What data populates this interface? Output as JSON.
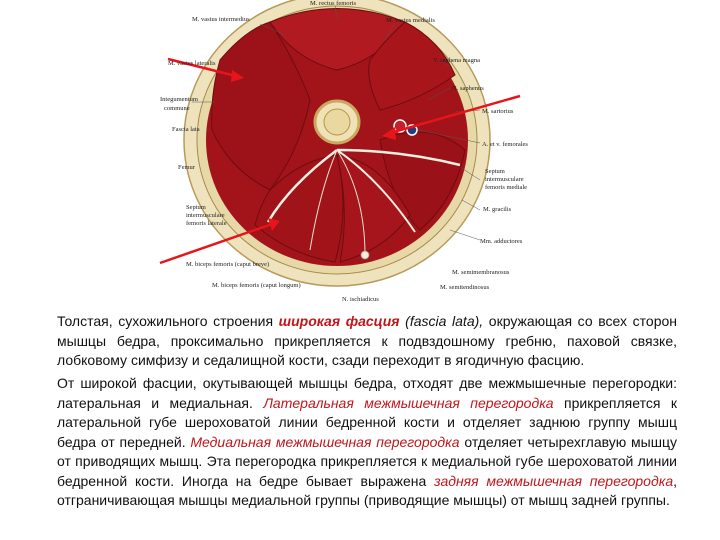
{
  "figure": {
    "labels": {
      "rectus_femoris": "M. rectus femoris",
      "vastus_intermedius": "M. vastus intermedius",
      "vastus_medialis": "M. vastus medialis",
      "vastus_lateralis": "M. vastus lateralis",
      "saphena_magna": "V. saphena magna",
      "integumentum": "Integumentum",
      "commune": "commune",
      "n_saphenus": "N. saphenus",
      "fascia_lata": "Fascia lata",
      "sartorius": "M. sartorius",
      "femoral_vessels": "A. et v. femorales",
      "femur": "Femur",
      "septum_medial_1": "Septum",
      "septum_medial_2": "intermusculare",
      "septum_medial_3": "femoris mediale",
      "gracilis": "M. gracilis",
      "septum_lateral_1": "Septum",
      "septum_lateral_2": "intermusculare",
      "septum_lateral_3": "femoris laterale",
      "adductores": "Mm. adductores",
      "biceps_brevis": "M. biceps femoris (caput breve)",
      "semimembranosus": "M. semimembranosus",
      "biceps_longum": "M. biceps femoris (caput longum)",
      "semitendinosus": "M. semitendinosus",
      "n_ischiadicus": "N. ischiadicus"
    },
    "colors": {
      "muscle": "#a3141a",
      "fascia": "#f1e7c6",
      "arrow": "#e8141c",
      "bone": "#f4eccb"
    }
  },
  "paragraph1": {
    "t1": "Толстая, сухожильного строения ",
    "h1": "широкая фасция",
    "t2": " ",
    "i1": "(fascia lata),",
    "t3": " окружающая со всех сторон мышцы бедра, проксимально прикрепляется к подвздошному гребню, паховой связке, лобковому симфизу и седалищной кости, сзади переходит в ягодичную фасцию."
  },
  "paragraph2": {
    "t1": "От широкой фасции, окутывающей мышцы бедра, отходят две межмышечные перегородки: латеральная и медиальная. ",
    "h1": "Латеральная межмышечная перегородка",
    "t2": " прикрепляется к латеральной губе шероховатой линии бедренной кости и отделяет заднюю группу мышц бедра от передней. ",
    "h2": "Медиальная межмышечная перегородка",
    "t3": " отделяет четырехглавую мышцу от приводящих мышц. Эта перегородка прикрепляется к медиальной губе шероховатой линии бедренной кости. Иногда на бедре бывает выражена ",
    "h3": "задняя межмышечная перегородка",
    "t4": ", отграничивающая мышцы медиальной группы (приводящие мышцы) от мышц задней группы."
  }
}
